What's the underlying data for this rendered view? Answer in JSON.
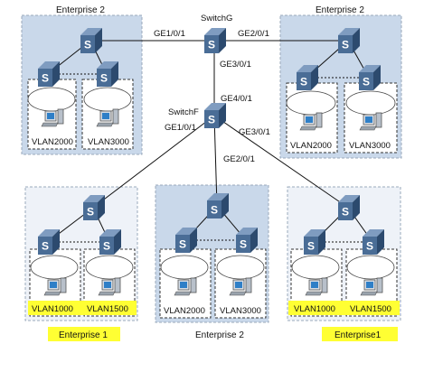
{
  "switches": {
    "g": {
      "name": "SwitchG",
      "ports": {
        "left": "GE1/0/1",
        "right": "GE2/0/1",
        "down": "GE3/0/1"
      }
    },
    "f": {
      "name": "SwitchF",
      "ports": {
        "up": "GE4/0/1",
        "left": "GE1/0/1",
        "down": "GE2/0/1",
        "right": "GE3/0/1"
      }
    }
  },
  "groups": {
    "top_left": {
      "title": "Enterprise 2",
      "vlans": [
        "VLAN2000",
        "VLAN3000"
      ]
    },
    "top_right": {
      "title": "Enterprise 2",
      "vlans": [
        "VLAN2000",
        "VLAN3000"
      ]
    },
    "bottom_left": {
      "title": "Enterprise 1",
      "vlans": [
        "VLAN1000",
        "VLAN1500"
      ]
    },
    "bottom_mid": {
      "title": "Enterprise 2",
      "vlans": [
        "VLAN2000",
        "VLAN3000"
      ]
    },
    "bottom_right": {
      "title": "Enterprise1",
      "vlans": [
        "VLAN1000",
        "VLAN1500"
      ]
    }
  },
  "colors": {
    "enterprise2_fill": "#c9d8ea",
    "enterprise1_fill": "#eef2f8",
    "highlight": "#ffff33",
    "switch_body": "#4a6d96"
  },
  "icons": [
    "switch-icon",
    "cloud-icon",
    "pc-icon"
  ]
}
